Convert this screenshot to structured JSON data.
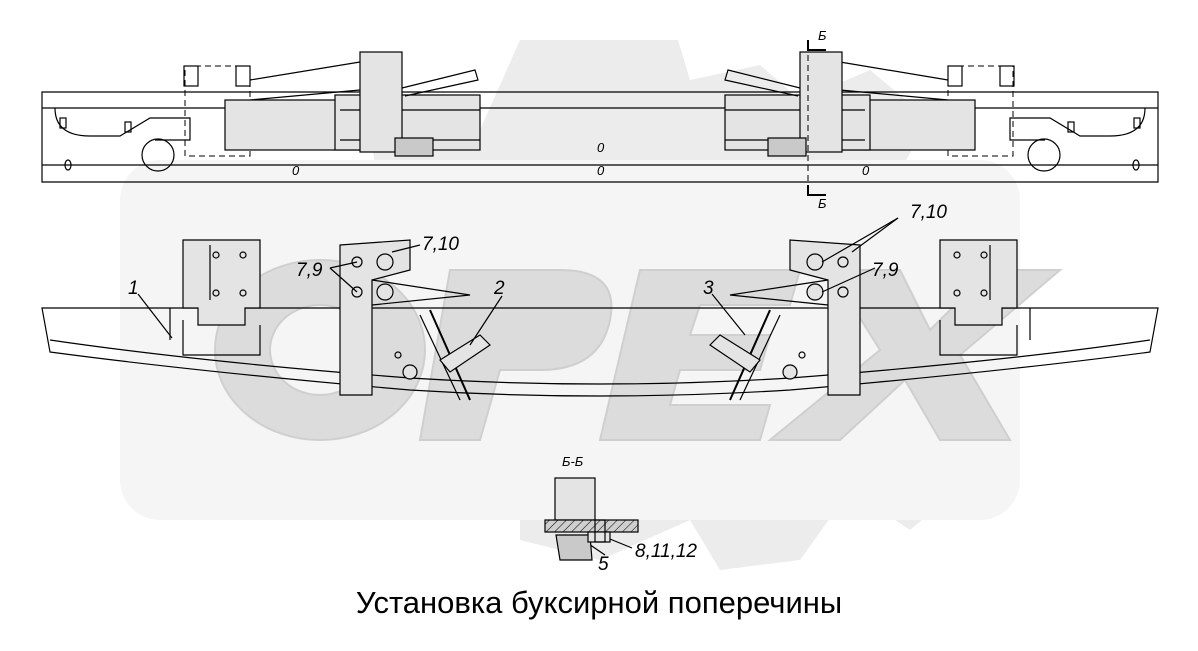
{
  "title": "Установка буксирной поперечины",
  "watermark": {
    "text": "OPEX",
    "color": "#d6d6d6"
  },
  "labels": {
    "section_mark_top": "Б",
    "section_mark_bottom": "Б",
    "section_view": "Б-Б",
    "callout_1": "1",
    "callout_2": "2",
    "callout_3": "3",
    "callout_5": "5",
    "callout_7_9_left": "7,9",
    "callout_7_10_left": "7,10",
    "callout_7_9_right": "7,9",
    "callout_7_10_right": "7,10",
    "callout_8_11_12": "8,11,12",
    "zero_marks": [
      "0",
      "0",
      "0",
      "0"
    ]
  },
  "colors": {
    "line": "#000000",
    "part_fill": "#e4e4e4",
    "gear": "#e9e9e9"
  }
}
